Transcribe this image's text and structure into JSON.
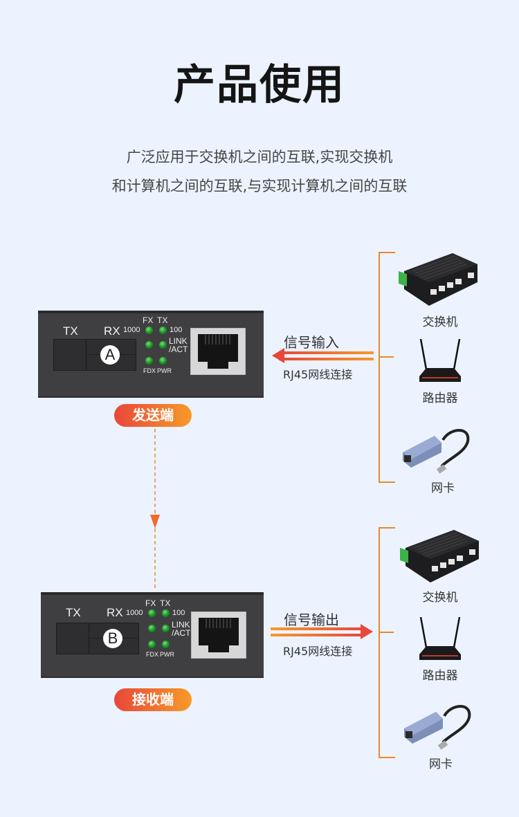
{
  "header": {
    "title": "产品使用",
    "subtitle_line1": "广泛应用于交换机之间的互联,实现交换机",
    "subtitle_line2": "和计算机之间的互联,与实现计算机之间的互联"
  },
  "converters": [
    {
      "id": "A",
      "role_label": "发送端",
      "port_labels": {
        "tx": "TX",
        "rx": "RX"
      },
      "led_labels": {
        "fx": "FX",
        "tx": "TX",
        "speed_1000": "1000",
        "speed_100": "100",
        "link": "LINK",
        "act": "/ACT",
        "fdx": "FDX",
        "pwr": "PWR"
      },
      "signal_label": "信号输入",
      "cable_label": "RJ45网线连接",
      "arrow_direction": "left"
    },
    {
      "id": "B",
      "role_label": "接收端",
      "port_labels": {
        "tx": "TX",
        "rx": "RX"
      },
      "led_labels": {
        "fx": "FX",
        "tx": "TX",
        "speed_1000": "1000",
        "speed_100": "100",
        "link": "LINK",
        "act": "/ACT",
        "fdx": "FDX",
        "pwr": "PWR"
      },
      "signal_label": "信号输出",
      "cable_label": "RJ45网线连接",
      "arrow_direction": "right"
    }
  ],
  "device_groups": [
    {
      "devices": [
        {
          "label": "交换机",
          "icon": "switch-icon"
        },
        {
          "label": "路由器",
          "icon": "router-icon"
        },
        {
          "label": "网卡",
          "icon": "network-adapter-icon"
        }
      ]
    },
    {
      "devices": [
        {
          "label": "交换机",
          "icon": "switch-icon"
        },
        {
          "label": "路由器",
          "icon": "router-icon"
        },
        {
          "label": "网卡",
          "icon": "network-adapter-icon"
        }
      ]
    }
  ],
  "colors": {
    "background": "#ecf3fe",
    "accent_start": "#e8473a",
    "accent_end": "#f79a28",
    "bracket": "#e7892a",
    "device_body": "#3f3f41",
    "led": "#1f9e2b"
  }
}
